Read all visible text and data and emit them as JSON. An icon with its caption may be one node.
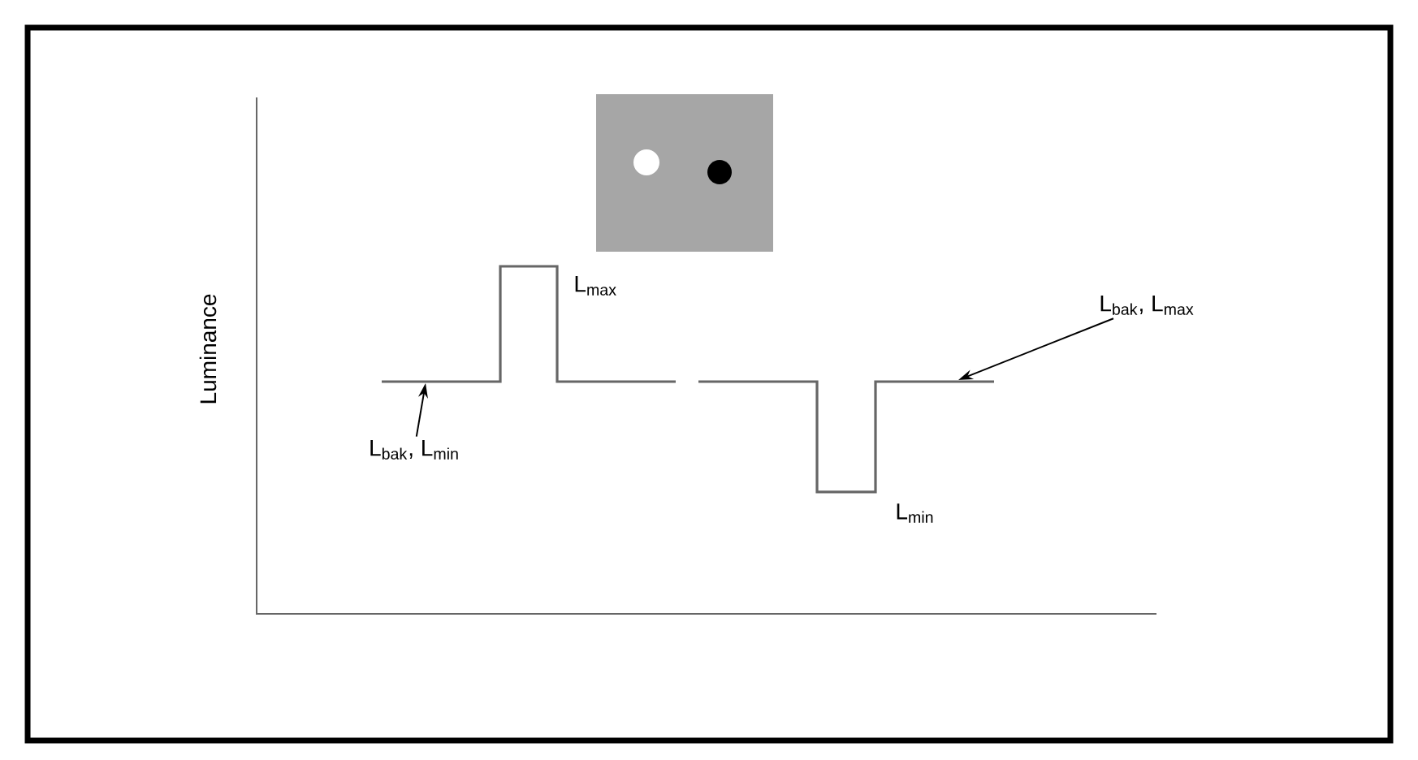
{
  "diagram": {
    "nodes": [
      {
        "text": [
          "L$_{bak}$, L$_{min}$"
        ]
      },
      {
        "text": [
          "L$_{bak}$, L$_{max}$"
        ]
      }
    ],
    "edges": [
      {
        "from": 0,
        "to": null,
        "arrow": "to"
      },
      {
        "from": 1,
        "to": null,
        "arrow": "to"
      }
    ],
    "labels": [
      "Luminance",
      "L$_{max}$",
      "L$_{min}$"
    ]
  }
}
